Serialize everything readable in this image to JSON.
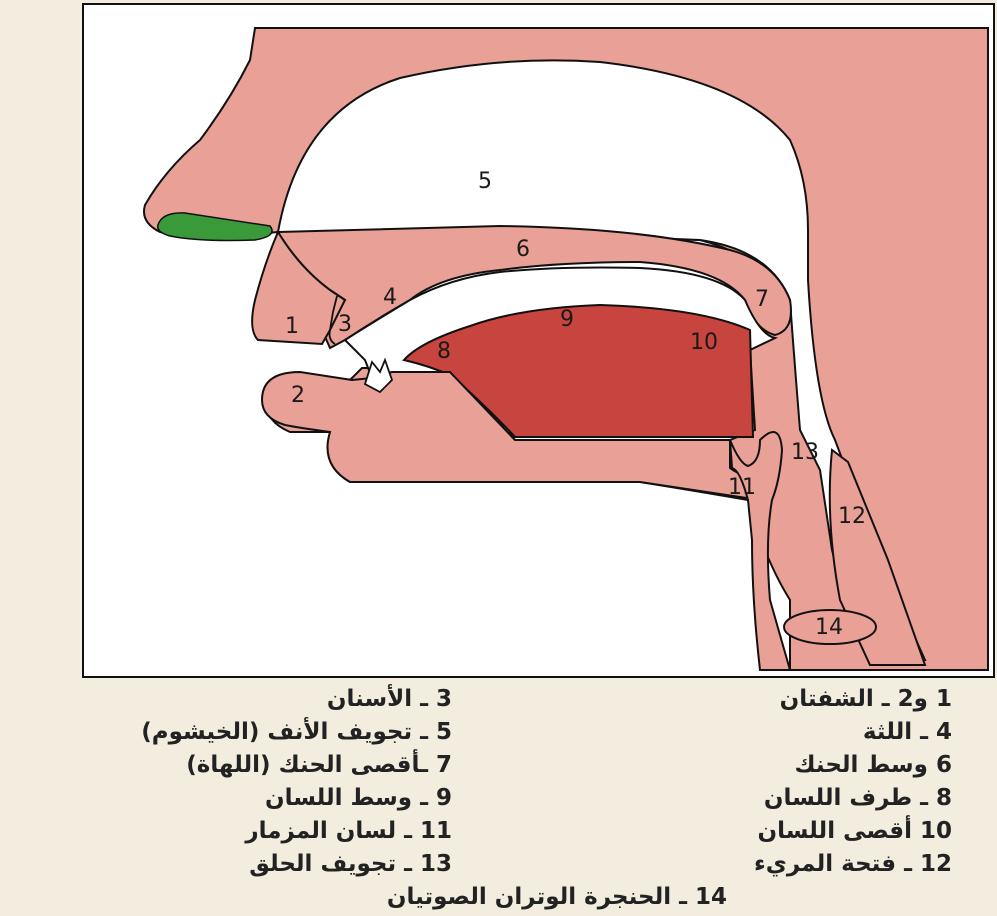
{
  "diagram": {
    "region_labels": [
      {
        "id": "1",
        "text": "1"
      },
      {
        "id": "2",
        "text": "2"
      },
      {
        "id": "3",
        "text": "3"
      },
      {
        "id": "4",
        "text": "4"
      },
      {
        "id": "5",
        "text": "5"
      },
      {
        "id": "6",
        "text": "6"
      },
      {
        "id": "7",
        "text": "7"
      },
      {
        "id": "8",
        "text": "8"
      },
      {
        "id": "9",
        "text": "9"
      },
      {
        "id": "10",
        "text": "10"
      },
      {
        "id": "11",
        "text": "11"
      },
      {
        "id": "12",
        "text": "12"
      },
      {
        "id": "13",
        "text": "13"
      },
      {
        "id": "14",
        "text": "14"
      }
    ],
    "colors": {
      "tissue": "#e9a097",
      "tongue": "#c8443e",
      "nose_tip": "#3a9a3a",
      "outline": "#111111",
      "cavity": "#ffffff"
    }
  },
  "legend": [
    {
      "text": "1 و2 ـ الشفتان"
    },
    {
      "text": "3 ـ الأسنان"
    },
    {
      "text": "4 ـ اللثة"
    },
    {
      "text": "5 ـ تجويف الأنف (الخيشوم)"
    },
    {
      "text": "6 وسط الحنك"
    },
    {
      "text": "7 ـأقصى الحنك (اللهاة)"
    },
    {
      "text": "8 ـ طرف اللسان"
    },
    {
      "text": "9 ـ وسط اللسان"
    },
    {
      "text": "10 أقصى اللسان"
    },
    {
      "text": "11 ـ لسان المزمار"
    },
    {
      "text": "12 ـ فتحة المريء"
    },
    {
      "text": "13 ـ تجويف الحلق"
    },
    {
      "text": "14 ـ الحنجرة الوتران الصوتيان"
    }
  ]
}
